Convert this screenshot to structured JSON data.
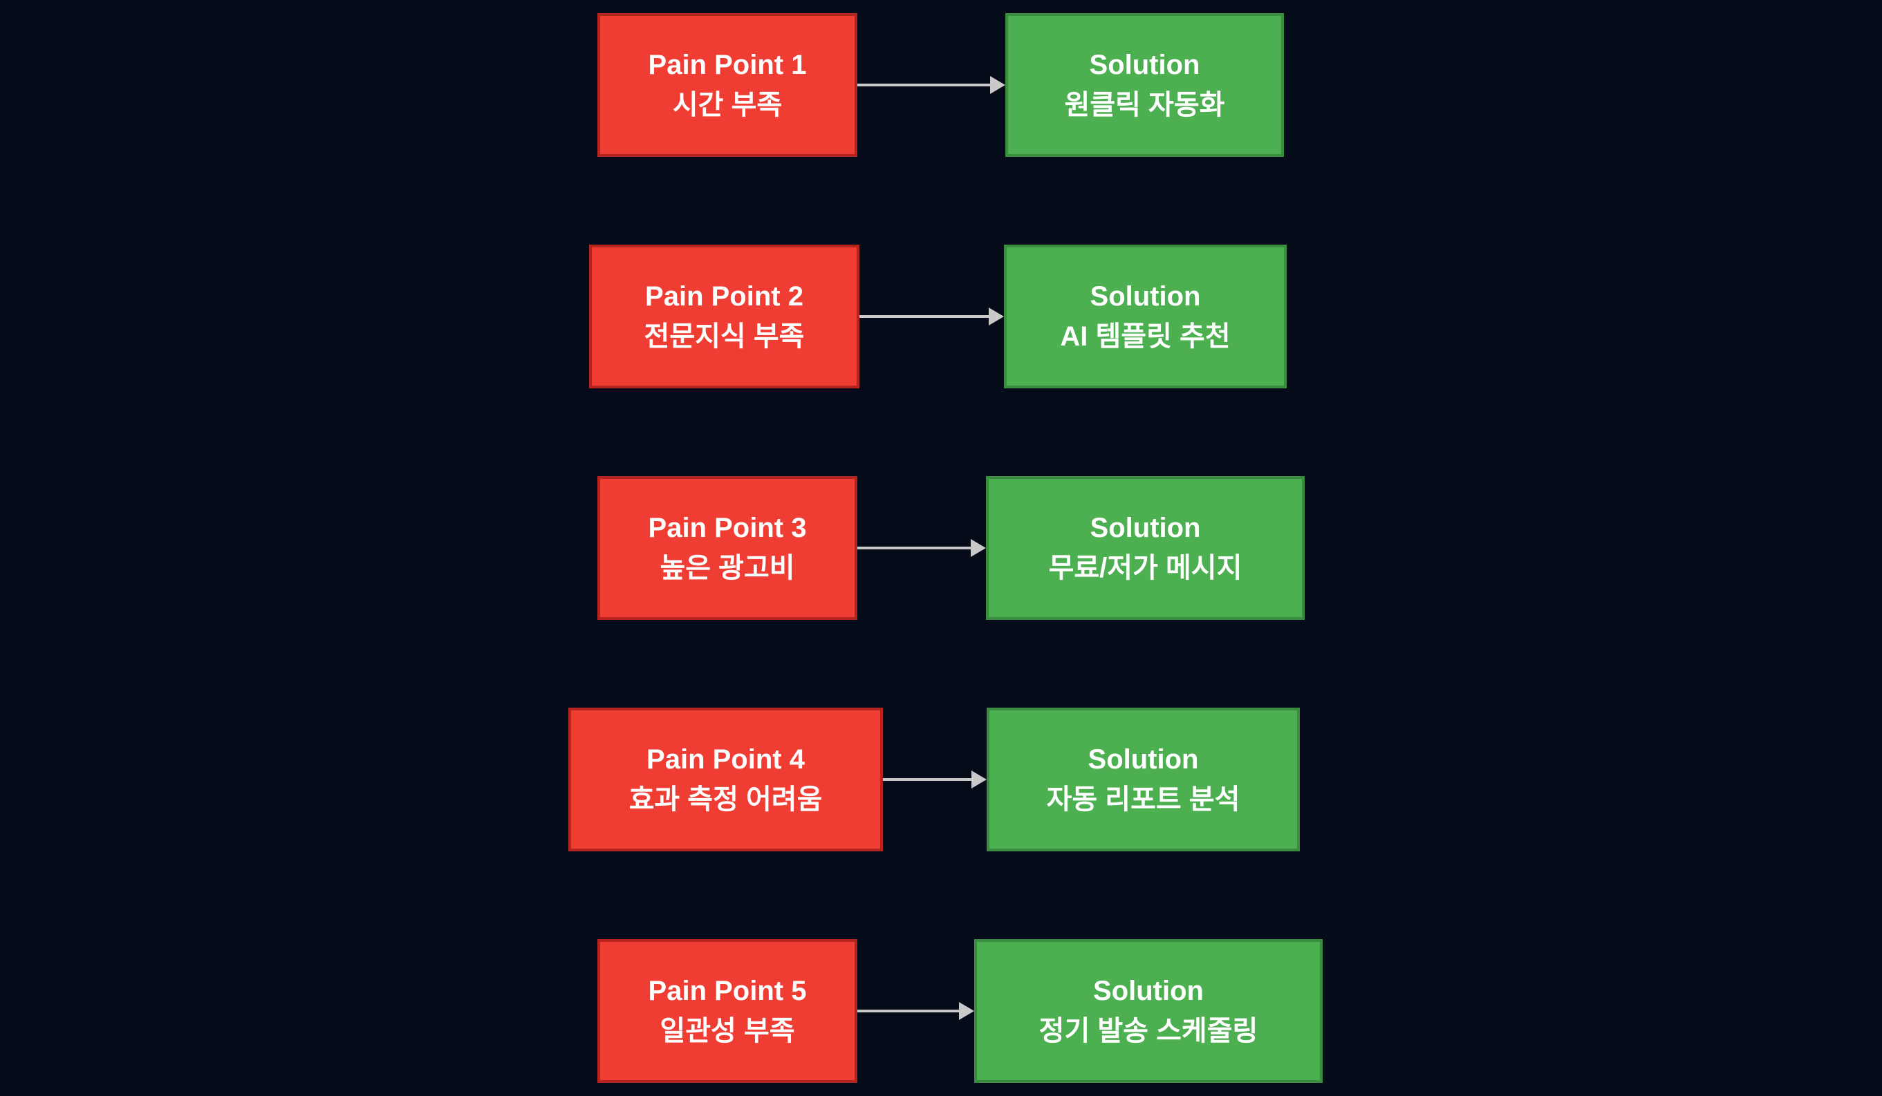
{
  "rows": [
    {
      "pain": {
        "line1": "Pain Point 1",
        "line2": "시간 부족"
      },
      "solution": {
        "line1": "Solution",
        "line2": "원클릭 자동화"
      }
    },
    {
      "pain": {
        "line1": "Pain Point 2",
        "line2": "전문지식 부족"
      },
      "solution": {
        "line1": "Solution",
        "line2": "AI 템플릿 추천"
      }
    },
    {
      "pain": {
        "line1": "Pain Point 3",
        "line2": "높은 광고비"
      },
      "solution": {
        "line1": "Solution",
        "line2": "무료/저가 메시지"
      }
    },
    {
      "pain": {
        "line1": "Pain Point 4",
        "line2": "효과 측정 어려움"
      },
      "solution": {
        "line1": "Solution",
        "line2": "자동 리포트 분석"
      }
    },
    {
      "pain": {
        "line1": "Pain Point 5",
        "line2": "일관성 부족"
      },
      "solution": {
        "line1": "Solution",
        "line2": "정기 발송 스케줄링"
      }
    }
  ],
  "colors": {
    "background": "#050b18",
    "pain_fill": "#f03d33",
    "pain_border": "#b3241f",
    "solution_fill": "#4caf50",
    "solution_border": "#3a8d3e",
    "arrow": "#c9c9c9",
    "text": "#ffffff"
  }
}
